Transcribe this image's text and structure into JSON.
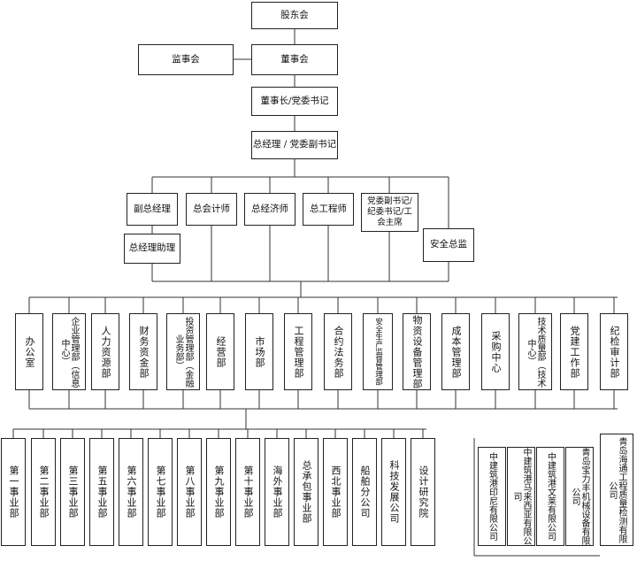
{
  "top": {
    "shareholders": "股东会",
    "supervisors": "监事会",
    "board": "董事会",
    "chairman": "董事长/党委书记",
    "gm": "总经理 / 党委副书记"
  },
  "executives": {
    "deputy_gm": "副总经理",
    "chief_accountant": "总会计师",
    "chief_economist": "总经济师",
    "chief_engineer": "总工程师",
    "party_deputy": "党委副书记/纪委书记/工会主席",
    "gm_assistant": "总经理助理",
    "safety_director": "安全总监"
  },
  "departments": [
    "办公室",
    "企业管理部（信息中心）",
    "人力资源部",
    "财务资金部",
    "投资管理部（金融业务部）",
    "经营部",
    "市场部",
    "工程管理部",
    "合约法务部",
    "安全生产监督管理部",
    "物资设备管理部",
    "成本管理部",
    "采购中心",
    "技术质量部（技术中心）",
    "党建工作部",
    "纪检审计部"
  ],
  "units": [
    "第一事业部",
    "第二事业部",
    "第三事业部",
    "第五事业部",
    "第六事业部",
    "第七事业部",
    "第八事业部",
    "第九事业部",
    "第十事业部",
    "海外事业部",
    "总承包事业部",
    "西北事业部",
    "船舶分公司",
    "科技发展公司",
    "设计研究院"
  ],
  "subsidiaries": [
    "中建筑港印尼有限公司",
    "中建筑港马来西亚有限公司",
    "中建筑港文莱有限公司",
    "青岛宝力丰机械设备有限公司",
    "青岛海通工程质量检测有限公司"
  ]
}
